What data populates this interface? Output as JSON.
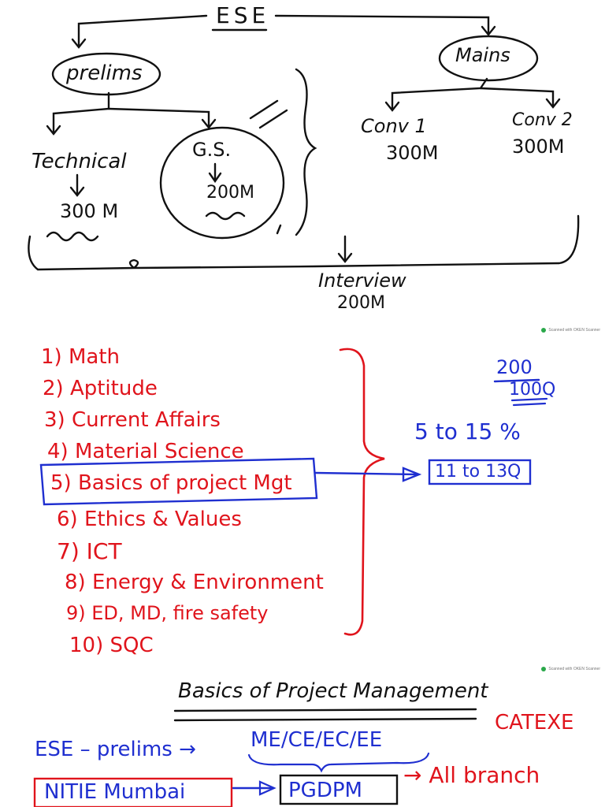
{
  "page1": {
    "root": "ESE",
    "prelims": "prelims",
    "mains": "Mains",
    "technical": "Technical",
    "technical_marks": "300 M",
    "gs": "G.S.",
    "gs_marks": "200M",
    "conv1": "Conv 1",
    "conv1_marks": "300M",
    "conv2": "Conv 2",
    "conv2_marks": "300M",
    "interview": "Interview",
    "interview_marks": "200M"
  },
  "scanner_label": "Scanned with OKEN Scanner",
  "page2": {
    "subjects": [
      "1) Math",
      "2) Aptitude",
      "3) Current Affairs",
      "4) Material Science",
      "5) Basics of project Mgt",
      "6) Ethics & Values",
      "7) ICT",
      "8) Energy & Environment",
      "9) ED, MD, fire safety",
      "10) SQC"
    ],
    "fraction_num": "200",
    "fraction_den": "100Q",
    "weight_range": "5 to 15 %",
    "question_range": "11 to 13Q"
  },
  "page3": {
    "title": "Basics of Project Management",
    "line1_left": "ESE – prelims →",
    "line1_branches": "ME/CE/EC/EE",
    "catexe": "CATEXE",
    "nitie": "NITIE Mumbai",
    "pgdpm": "PGDPM",
    "all_branch": "→ All branch"
  },
  "colors": {
    "ink_black": "#111111",
    "ink_red": "#e0141c",
    "ink_blue": "#1f2fd0",
    "scanner_green": "#2aa84a"
  }
}
